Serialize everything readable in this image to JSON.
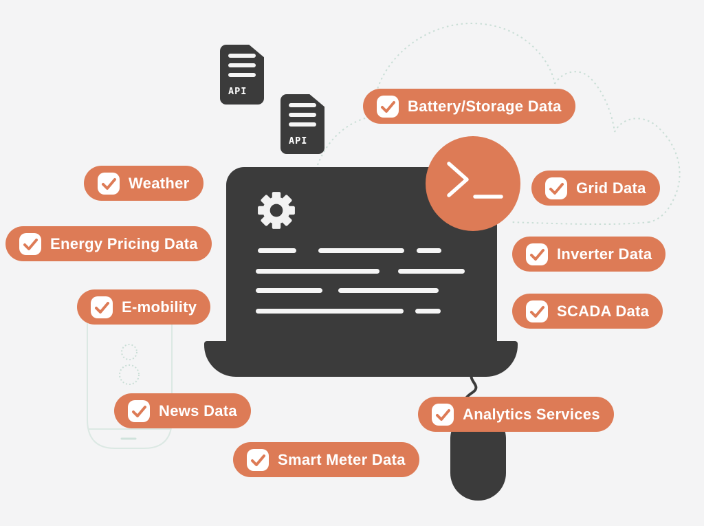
{
  "illustration": {
    "colors": {
      "background": "#f4f4f5",
      "accent_orange": "#dd7b56",
      "dark_charcoal": "#3b3b3b",
      "cloud_stroke": "#c9ded6",
      "text_on_pill": "#ffffff"
    },
    "api_icons": [
      {
        "label": "API"
      },
      {
        "label": "API"
      }
    ],
    "pills": [
      {
        "id": "battery",
        "label": "Battery/Storage Data"
      },
      {
        "id": "weather",
        "label": "Weather"
      },
      {
        "id": "energy",
        "label": "Energy Pricing Data"
      },
      {
        "id": "emobility",
        "label": "E-mobility"
      },
      {
        "id": "news",
        "label": "News Data"
      },
      {
        "id": "smart",
        "label": "Smart Meter Data"
      },
      {
        "id": "grid",
        "label": "Grid Data"
      },
      {
        "id": "inverter",
        "label": "Inverter Data"
      },
      {
        "id": "scada",
        "label": "SCADA Data"
      },
      {
        "id": "analytics",
        "label": "Analytics Services"
      }
    ],
    "icons": {
      "check": "check-icon",
      "gear": "gear-icon",
      "terminal": "terminal-prompt-icon",
      "cloud": "cloud-outline-icon",
      "smartphone": "smartphone-outline-icon",
      "mouse": "computer-mouse-icon",
      "api_file": "api-document-icon",
      "terminal_symbol": ">_"
    }
  }
}
